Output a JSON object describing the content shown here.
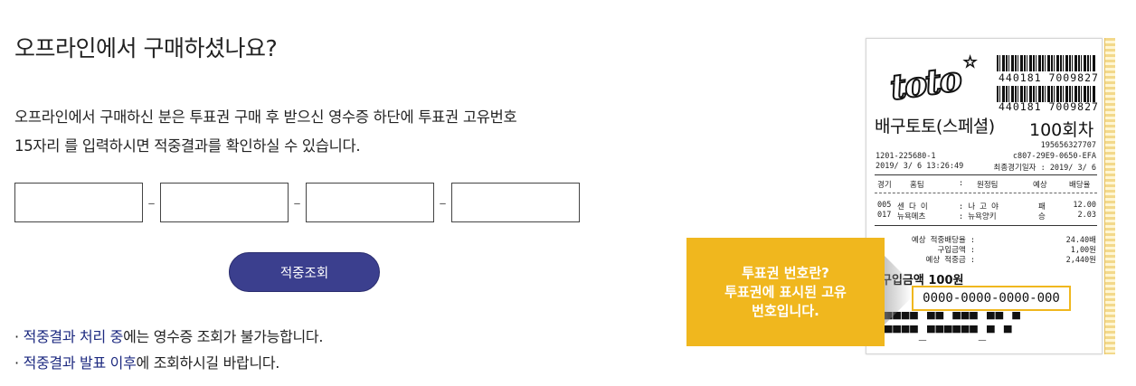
{
  "page": {
    "title": "오프라인에서 구매하셨나요?",
    "description_line1": "오프라인에서 구매하신 분은 투표권 구매 후 받으신 영수증 하단에 투표권 고유번호",
    "description_line2": "15자리 를 입력하시면 적중결과를 확인하실 수 있습니다.",
    "separator": "–",
    "inputs": [
      "",
      "",
      "",
      ""
    ],
    "button_label": "적중조회",
    "notes": [
      {
        "bullet": "· ",
        "parts": [
          {
            "t": "적중결과 처리 중",
            "hl": true
          },
          {
            "t": "에는 영수증 조회가 불가능합니다.",
            "hl": false
          }
        ]
      },
      {
        "bullet": "· ",
        "parts": [
          {
            "t": "적중결과 발표 이후",
            "hl": true
          },
          {
            "t": "에 조회하시길 바랍니다.",
            "hl": false
          }
        ]
      }
    ]
  },
  "receipt": {
    "logo_text": "toto",
    "barcode_number_1": "440181 7009827",
    "barcode_number_2": "440181 7009827",
    "game_title": "배구토토(스페셜)",
    "round": "100회차",
    "serial": "195656327707",
    "line_a_left": "1201-225680-1",
    "line_a_right": "c807-29E9-0650-EFA",
    "line_b_left": "2019/ 3/ 6 13:26:49",
    "line_b_right": "최종경기일자 : 2019/ 3/ 6",
    "header_cols": [
      "경기",
      "홈팀",
      ":",
      "원정팀",
      "예상",
      "배당율"
    ],
    "rows": [
      [
        "005",
        "센 다 이",
        ": 나 고 야",
        "패",
        "12.00"
      ],
      [
        "017",
        "뉴욕메츠",
        ": 뉴욕양키",
        "승",
        "2.03"
      ]
    ],
    "summary": [
      {
        "label": "예상 적중배당율 :",
        "value": "24.40배"
      },
      {
        "label": "구입금액 :",
        "value": "1,00원"
      },
      {
        "label": "예상 적중금 :",
        "value": "2,440원"
      }
    ],
    "purchase_label": "구입금액 100원",
    "ticket_number": "0000-0000-0000-000",
    "bar_line_1": "▀▀▀▀ ▀▀ ▀▀▀   ▀▀  ▀",
    "bar_line_2": "▀▀▀▀_▀▀▀▀▀▀_▀  ▀"
  },
  "callout": {
    "line1": "투표권 번호란?",
    "line2": "투표권에 표시된 고유",
    "line3": "번호입니다."
  },
  "colors": {
    "button": "#3b3f8e",
    "callout": "#f0b71e",
    "highlight_text": "#1d2a80"
  }
}
